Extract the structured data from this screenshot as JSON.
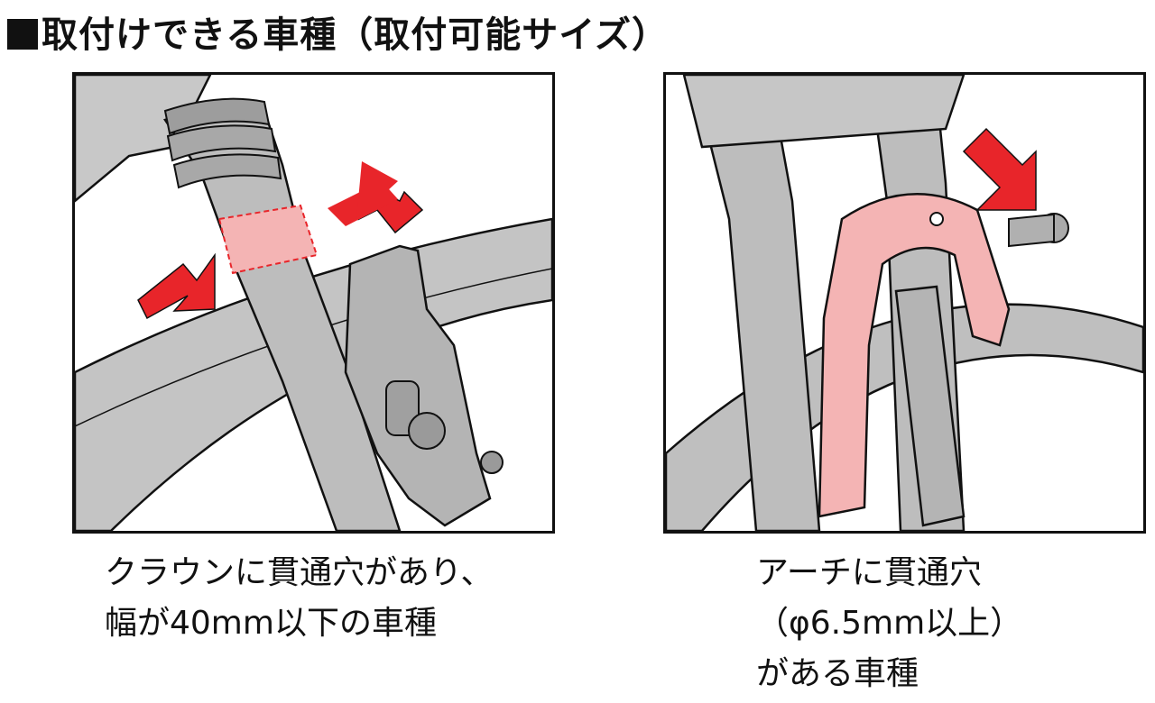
{
  "heading": "取付けできる車種（取付可能サイズ）",
  "colors": {
    "highlight": "#f4b4b4",
    "arrow": "#e8252a",
    "part_gray": "#bdbdbd",
    "outline": "#111111"
  },
  "left_panel": {
    "caption_lines": [
      "クラウンに貫通穴があり、",
      "幅が40mm以下の車種"
    ]
  },
  "right_panel": {
    "caption_lines": [
      "アーチに貫通穴",
      "（φ6.5mm以上）",
      "がある車種"
    ]
  }
}
